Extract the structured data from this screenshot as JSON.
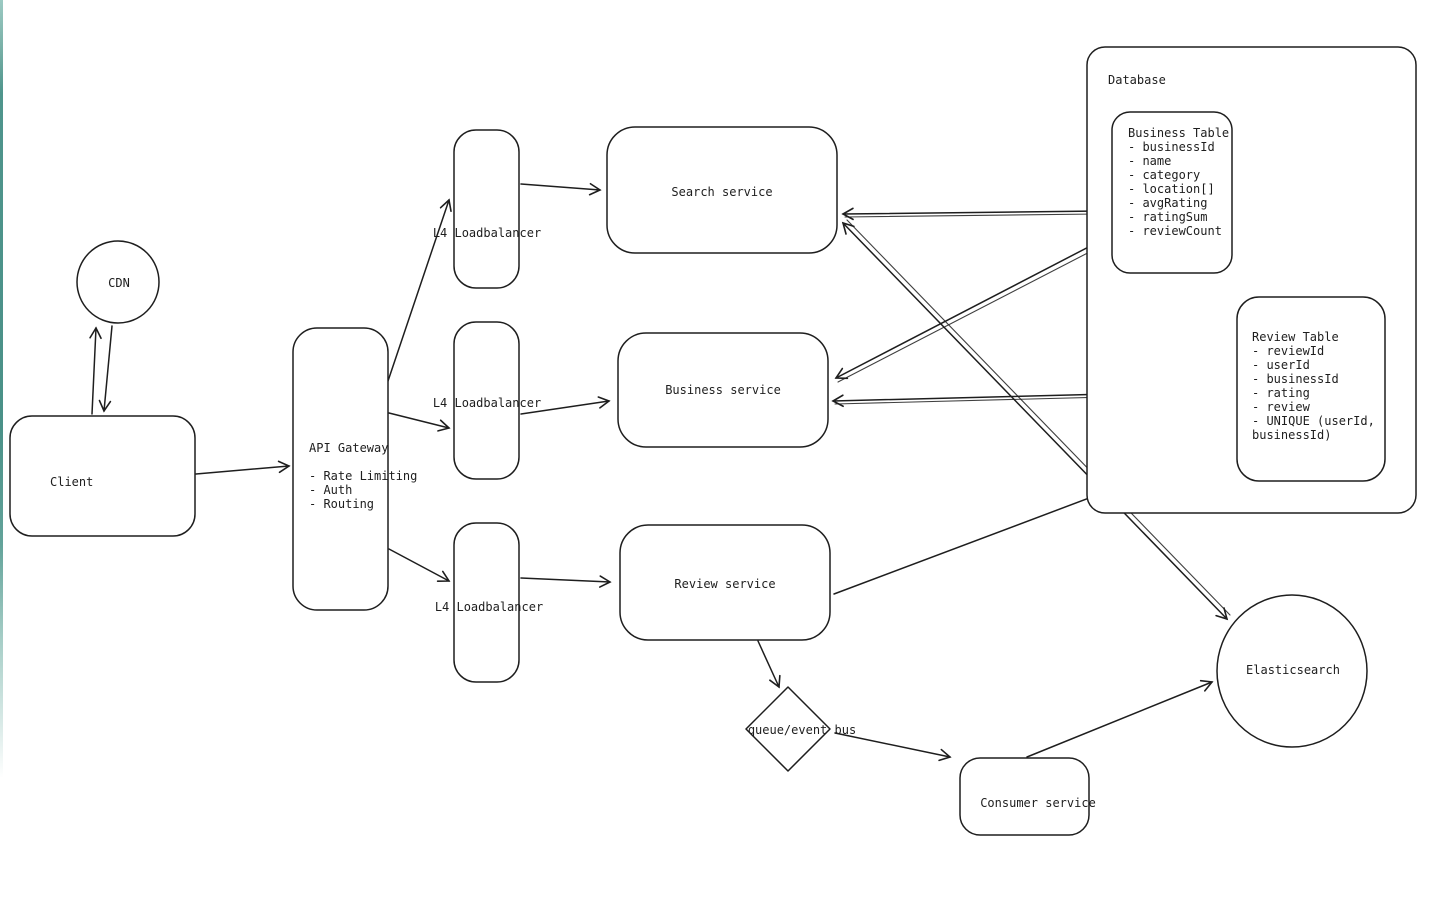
{
  "diagram": {
    "title_hint": "system architecture diagram",
    "colors": {
      "stroke": "#1e1e1e",
      "background": "#ffffff",
      "edge_stripe_teal": "#4a9188"
    },
    "nodes": {
      "cdn": {
        "label": "CDN"
      },
      "client": {
        "label": "Client"
      },
      "api_gateway": {
        "title": "API Gateway",
        "features": [
          "- Rate Limiting",
          "- Auth",
          "- Routing"
        ]
      },
      "lb_search": {
        "label": "L4 Loadbalancer"
      },
      "lb_business": {
        "label": "L4 Loadbalancer"
      },
      "lb_review": {
        "label": "L4 Loadbalancer"
      },
      "search_service": {
        "label": "Search service"
      },
      "business_service": {
        "label": "Business service"
      },
      "review_service": {
        "label": "Review service"
      },
      "queue": {
        "label": "queue/event bus"
      },
      "consumer_service": {
        "label": "Consumer service"
      },
      "elasticsearch": {
        "label": "Elasticsearch"
      },
      "database": {
        "label": "Database",
        "business_table": {
          "title": "Business Table",
          "fields": [
            "- businessId",
            "- name",
            "- category",
            "- location[]",
            "- avgRating",
            "- ratingSum",
            "- reviewCount"
          ]
        },
        "review_table": {
          "title": "Review Table",
          "fields": [
            "- reviewId",
            "- userId",
            "- businessId",
            "- rating",
            "- review",
            "- UNIQUE (userId,",
            "  businessId)"
          ]
        }
      }
    }
  }
}
